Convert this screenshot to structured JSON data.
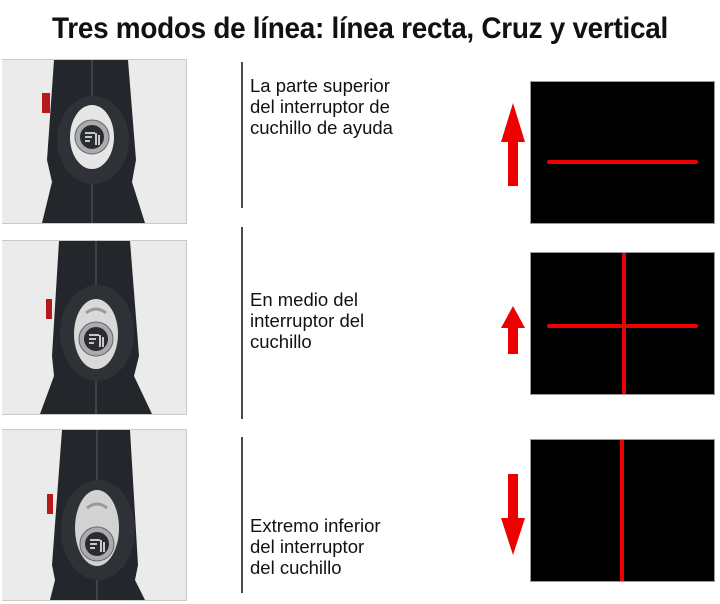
{
  "title": "Tres modos de línea: línea recta, Cruz y vertical",
  "colors": {
    "laser": "#ee0000",
    "arrow": "#ee0000",
    "screen": "#000000",
    "photo_bg": "#ebebeb",
    "device_body": "#23262b"
  },
  "modes": [
    {
      "description": "La parte superior\ndel interruptor de\ncuchillo de ayuda",
      "switch_position": "top",
      "arrow_direction": "up",
      "line_pattern": "horizontal"
    },
    {
      "description": "En medio del\ninterruptor del\ncuchillo",
      "switch_position": "middle",
      "arrow_direction": "up",
      "line_pattern": "cross"
    },
    {
      "description": "Extremo inferior\ndel interruptor\ndel cuchillo",
      "switch_position": "bottom",
      "arrow_direction": "down",
      "line_pattern": "vertical"
    }
  ]
}
